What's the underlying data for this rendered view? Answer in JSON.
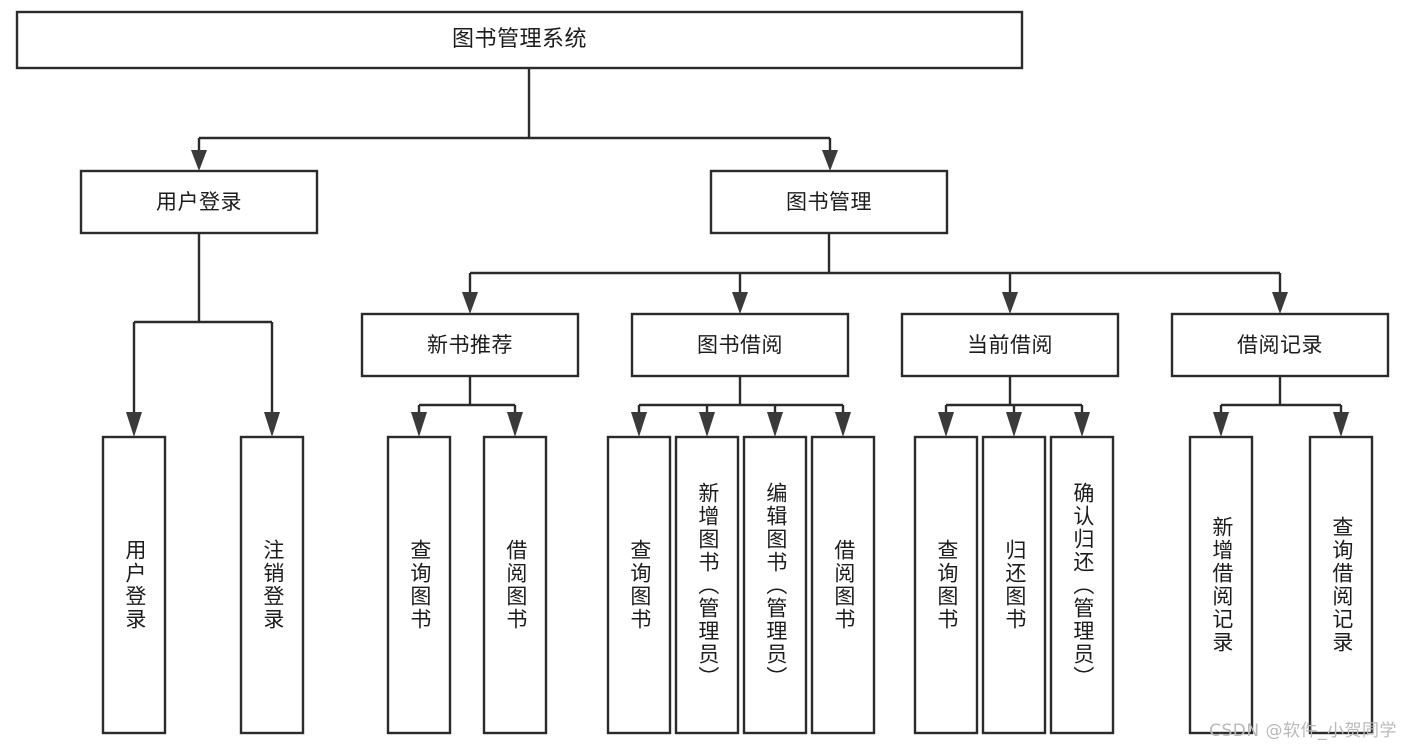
{
  "diagram": {
    "type": "tree",
    "title": "图书管理系统",
    "watermark": "CSDN @软件_小贺同学",
    "colors": {
      "box_stroke": "#2b2b2b",
      "box_fill": "#ffffff",
      "text": "#1c1c1c",
      "watermark": "#b9b9b9",
      "background": "#ffffff"
    },
    "levels": {
      "root": {
        "label": "图书管理系统"
      },
      "level2": [
        {
          "label": "用户登录"
        },
        {
          "label": "图书管理"
        }
      ],
      "level3": [
        {
          "label": "新书推荐"
        },
        {
          "label": "图书借阅"
        },
        {
          "label": "当前借阅"
        },
        {
          "label": "借阅记录"
        }
      ],
      "leaves": [
        {
          "label": "用户登录",
          "parent": "用户登录"
        },
        {
          "label": "注销登录",
          "parent": "用户登录"
        },
        {
          "label": "查询图书",
          "parent": "新书推荐"
        },
        {
          "label": "借阅图书",
          "parent": "新书推荐"
        },
        {
          "label": "查询图书",
          "parent": "图书借阅"
        },
        {
          "label": "新增图书（管理员）",
          "parent": "图书借阅"
        },
        {
          "label": "编辑图书（管理员）",
          "parent": "图书借阅"
        },
        {
          "label": "借阅图书",
          "parent": "图书借阅"
        },
        {
          "label": "查询图书",
          "parent": "当前借阅"
        },
        {
          "label": "归还图书",
          "parent": "当前借阅"
        },
        {
          "label": "确认归还（管理员）",
          "parent": "当前借阅"
        },
        {
          "label": "新增借阅记录",
          "parent": "借阅记录"
        },
        {
          "label": "查询借阅记录",
          "parent": "借阅记录"
        }
      ]
    }
  }
}
